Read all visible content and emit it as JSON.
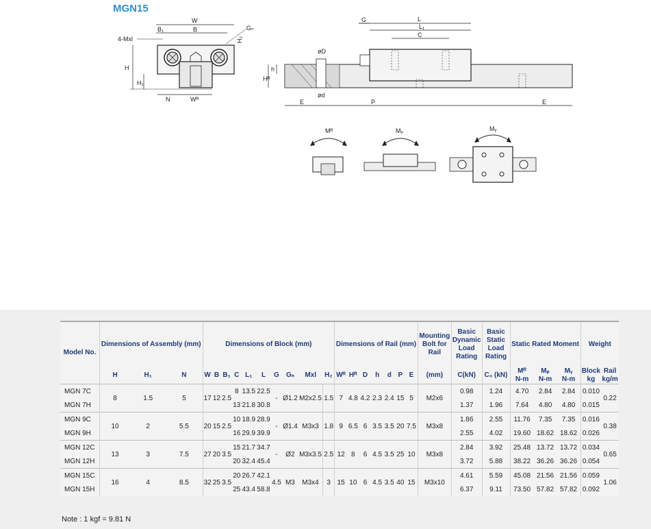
{
  "title": "MGN15",
  "diagram": {
    "w": "W",
    "b1": "B₁",
    "b": "B",
    "gn": "Gₙ",
    "mxl": "4-Mxl",
    "h2": "H₂",
    "h": "H",
    "h1": "H₁",
    "n": "N",
    "wr": "Wᴿ",
    "g": "G",
    "l": "L",
    "l1": "L₁",
    "c": "C",
    "od": "øD",
    "hr": "Hᴿ",
    "hs": "h",
    "od2": "ød",
    "e": "E",
    "p": "P",
    "mr": "Mᴿ",
    "mp": "Mₚ",
    "my": "Mᵧ"
  },
  "table": {
    "headers": {
      "model": "Model No.",
      "assembly": "Dimensions of Assembly (mm)",
      "block": "Dimensions of Block (mm)",
      "rail": "Dimensions of Rail (mm)",
      "bolt": "Mounting Bolt for Rail",
      "dynamic": "Basic Dynamic Load Rating",
      "static": "Basic Static Load Rating",
      "moment": "Static Rated Moment",
      "weight": "Weight"
    },
    "subheaders": [
      "H",
      "H₁",
      "N",
      "W",
      "B",
      "B₁",
      "C",
      "L₁",
      "L",
      "G",
      "Gₙ",
      "Mxl",
      "H₂",
      "Wᴿ",
      "Hᴿ",
      "D",
      "h",
      "d",
      "P",
      "E",
      "(mm)",
      "C(kN)",
      "C₀ (kN)"
    ],
    "moment_sub": [
      "Mᴿ",
      "Mₚ",
      "Mᵧ"
    ],
    "moment_units": [
      "N-m",
      "N-m",
      "N-m"
    ],
    "weight_sub": [
      "Block",
      "Rail"
    ],
    "weight_units": [
      "kg",
      "kg/m"
    ],
    "groups": [
      {
        "H": "8",
        "H1": "1.5",
        "N": "5",
        "W": "17",
        "B": "12",
        "B1": "2.5",
        "G": "-",
        "Gn": "Ø1.2",
        "Mxl": "M2x2.5",
        "H2": "1.5",
        "WR": "7",
        "HR": "4.8",
        "D": "4.2",
        "h": "2.3",
        "d": "2.4",
        "P": "15",
        "E": "5",
        "bolt": "M2x6",
        "rail": "0.22",
        "rows": [
          {
            "model": "MGN 7C",
            "C": "8",
            "L1": "13.5",
            "L": "22.5",
            "Cdyn": "0.98",
            "C0": "1.24",
            "MR": "4.70",
            "MP": "2.84",
            "MY": "2.84",
            "block": "0.010"
          },
          {
            "model": "MGN 7H",
            "C": "13",
            "L1": "21.8",
            "L": "30.8",
            "Cdyn": "1.37",
            "C0": "1.96",
            "MR": "7.64",
            "MP": "4.80",
            "MY": "4.80",
            "block": "0.015"
          }
        ]
      },
      {
        "H": "10",
        "H1": "2",
        "N": "5.5",
        "W": "20",
        "B": "15",
        "B1": "2.5",
        "G": "-",
        "Gn": "Ø1.4",
        "Mxl": "M3x3",
        "H2": "1.8",
        "WR": "9",
        "HR": "6.5",
        "D": "6",
        "h": "3.5",
        "d": "3.5",
        "P": "20",
        "E": "7.5",
        "bolt": "M3x8",
        "rail": "0.38",
        "rows": [
          {
            "model": "MGN 9C",
            "C": "10",
            "L1": "18.9",
            "L": "28.9",
            "Cdyn": "1.86",
            "C0": "2.55",
            "MR": "11.76",
            "MP": "7.35",
            "MY": "7.35",
            "block": "0.016"
          },
          {
            "model": "MGN 9H",
            "C": "16",
            "L1": "29.9",
            "L": "39.9",
            "Cdyn": "2.55",
            "C0": "4.02",
            "MR": "19.60",
            "MP": "18.62",
            "MY": "18.62",
            "block": "0.026"
          }
        ]
      },
      {
        "H": "13",
        "H1": "3",
        "N": "7.5",
        "W": "27",
        "B": "20",
        "B1": "3.5",
        "G": "-",
        "Gn": "Ø2",
        "Mxl": "M3x3.5",
        "H2": "2.5",
        "WR": "12",
        "HR": "8",
        "D": "6",
        "h": "4.5",
        "d": "3.5",
        "P": "25",
        "E": "10",
        "bolt": "M3x8",
        "rail": "0.65",
        "rows": [
          {
            "model": "MGN 12C",
            "C": "15",
            "L1": "21.7",
            "L": "34.7",
            "Cdyn": "2.84",
            "C0": "3.92",
            "MR": "25.48",
            "MP": "13.72",
            "MY": "13.72",
            "block": "0.034"
          },
          {
            "model": "MGN 12H",
            "C": "20",
            "L1": "32.4",
            "L": "45.4",
            "Cdyn": "3.72",
            "C0": "5.88",
            "MR": "38.22",
            "MP": "36.26",
            "MY": "36.26",
            "block": "0.054"
          }
        ]
      },
      {
        "H": "16",
        "H1": "4",
        "N": "8.5",
        "W": "32",
        "B": "25",
        "B1": "3.5",
        "G": "4.5",
        "Gn": "M3",
        "Mxl": "M3x4",
        "H2": "3",
        "WR": "15",
        "HR": "10",
        "D": "6",
        "h": "4.5",
        "d": "3.5",
        "P": "40",
        "E": "15",
        "bolt": "M3x10",
        "rail": "1.06",
        "rows": [
          {
            "model": "MGN 15C",
            "C": "20",
            "L1": "26.7",
            "L": "42.1",
            "Cdyn": "4.61",
            "C0": "5.59",
            "MR": "45.08",
            "MP": "21.56",
            "MY": "21.56",
            "block": "0.059"
          },
          {
            "model": "MGN 15H",
            "C": "25",
            "L1": "43.4",
            "L": "58.8",
            "Cdyn": "6.37",
            "C0": "9.11",
            "MR": "73.50",
            "MP": "57.82",
            "MY": "57.82",
            "block": "0.092"
          }
        ]
      }
    ]
  },
  "note": "Note : 1 kgf = 9.81 N"
}
